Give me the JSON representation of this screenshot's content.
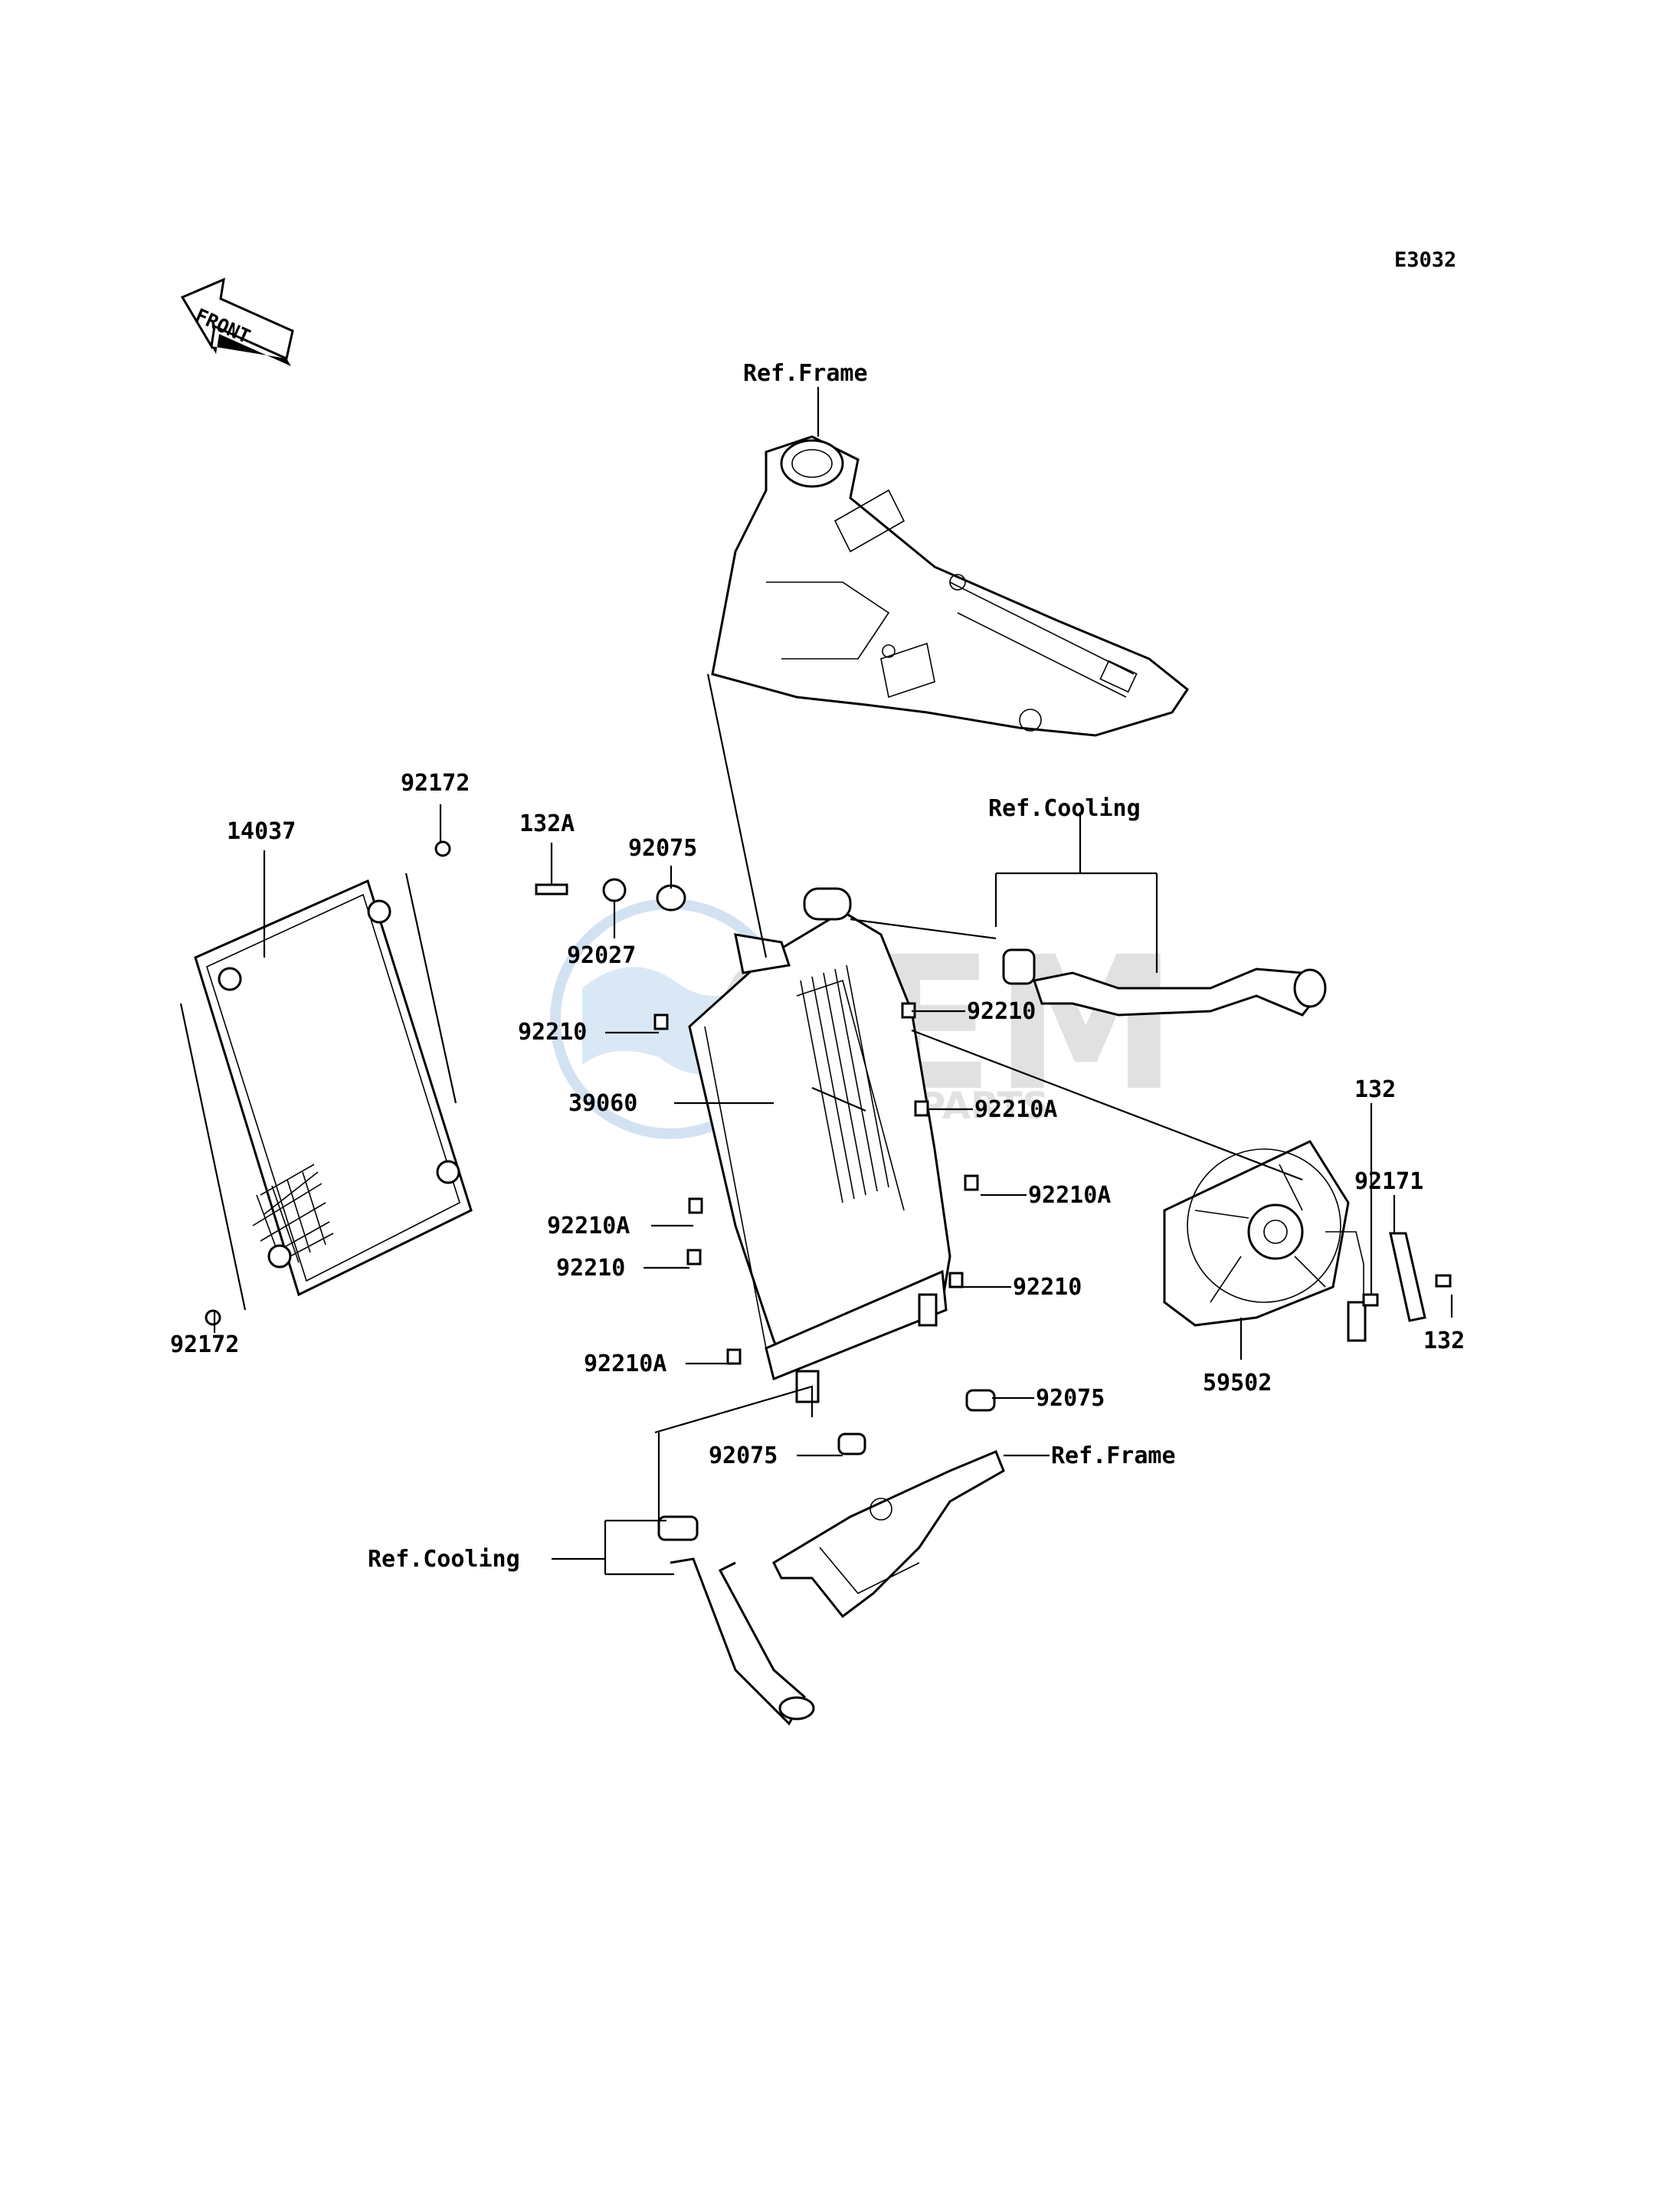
{
  "diagram_code": "E3032",
  "front_label": "FRONT",
  "watermark": {
    "big": "OEM",
    "small": "MOTORPARTS"
  },
  "labels": {
    "ref_frame_top": "Ref.Frame",
    "ref_cooling_top": "Ref.Cooling",
    "p14037": "14037",
    "p92172_top": "92172",
    "p92172_bottom": "92172",
    "p132A": "132A",
    "p92075_top": "92075",
    "p92027": "92027",
    "p92210_ul": "92210",
    "p92210_ur": "92210",
    "p39060": "39060",
    "p92210A_r1": "92210A",
    "p92210A_r2": "92210A",
    "p92210A_l1": "92210A",
    "p92210_l2": "92210",
    "p92210_r3": "92210",
    "p92210A_l3": "92210A",
    "p92075_r": "92075",
    "p92075_l": "92075",
    "ref_frame_bottom": "Ref.Frame",
    "ref_cooling_bottom": "Ref.Cooling",
    "p132_top": "132",
    "p92171": "92171",
    "p132_bottom": "132",
    "p59502": "59502"
  }
}
